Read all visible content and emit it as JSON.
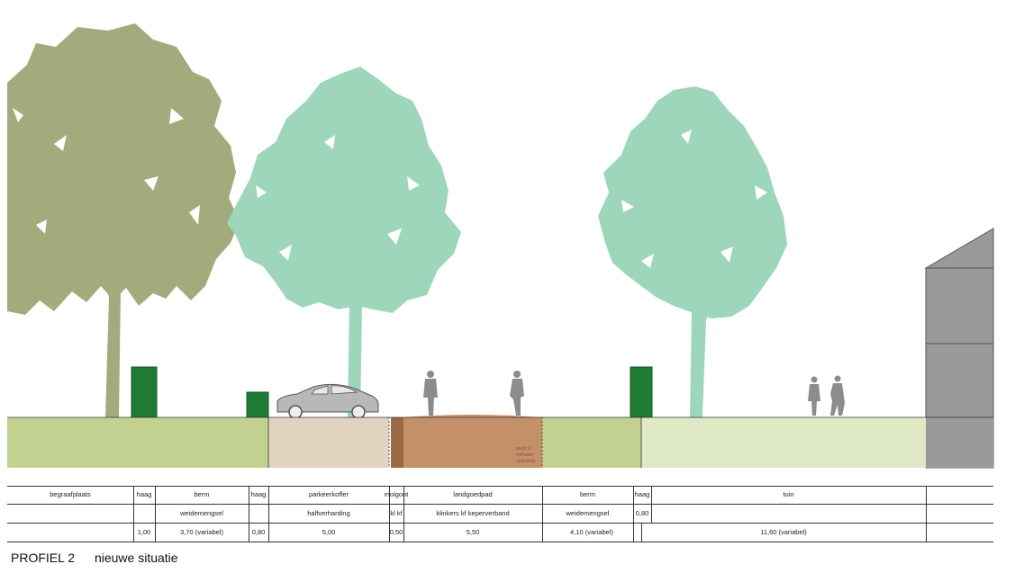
{
  "caption": {
    "profile": "PROFIEL 2",
    "subtitle": "nieuwe situatie"
  },
  "scene_annotation": [
    "band 12",
    "verholen",
    "opsluiting"
  ],
  "table": {
    "row1": [
      "begraafplaats",
      "haag",
      "berm",
      "haag",
      "parkeerkoffer",
      "molgoot",
      "landgoedpad",
      "berm",
      "haag",
      "tuin"
    ],
    "row2": [
      "",
      "",
      "weidemengsel",
      "",
      "halfverharding",
      "kl kf",
      "klinkers kf keperverband",
      "weidemengsel",
      "0,80",
      ""
    ],
    "row3": [
      "",
      "1,00",
      "3,70 (variabel)",
      "0,80",
      "5,00",
      "0,50",
      "5,50",
      "4,10 (variabel)",
      "",
      "11,60 (variabel)"
    ]
  },
  "colors": {
    "tree_olive": "#a3ab7c",
    "tree_mint": "#9dd6bb",
    "hedge": "#1f7a35",
    "grass_berm": "#c3d190",
    "parking": "#e0d3bf",
    "gutter": "#9b6a43",
    "path": "#c4906a",
    "garden": "#dfe9c5",
    "house": "#9a9a9a",
    "car": "#b8b8b8",
    "person": "#8c8c8c"
  },
  "icons": [
    "tree-icon",
    "hedge-icon",
    "car-icon",
    "person-icon",
    "house-icon"
  ]
}
